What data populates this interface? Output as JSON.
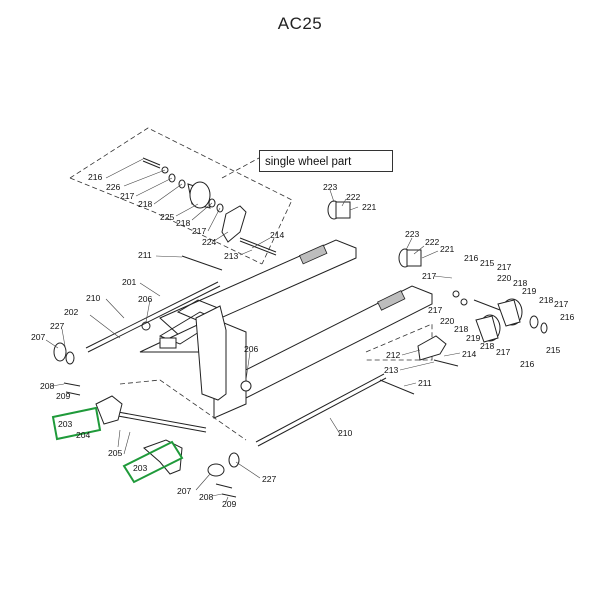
{
  "title": "AC25",
  "inset_label": "single wheel part",
  "highlight_color": "#1f9a3a",
  "part_labels": {
    "c216_top": "216",
    "c226": "226",
    "c217_top": "217",
    "c218_top": "218",
    "c225": "225",
    "c218_mid": "218",
    "c217_mid": "217",
    "c224": "224",
    "c214_inset": "214",
    "c213_inset": "213",
    "c223_a": "223",
    "c222_a": "222",
    "c221_a": "221",
    "c223_b": "223",
    "c222_b": "222",
    "c221_b": "221",
    "c217_b": "217",
    "c216_b": "216",
    "c215_b": "215",
    "c217_c": "217",
    "c220_b": "220",
    "c219_b": "219",
    "c218_b": "218",
    "c217_d": "217",
    "c216_c": "216",
    "c217_e": "217",
    "c220_c": "220",
    "c218_c": "218",
    "c219_c": "219",
    "c218_d": "218",
    "c217_f": "217",
    "c215_c": "215",
    "c216_d": "216",
    "c214_b": "214",
    "c212": "212",
    "c213_b": "213",
    "c211_a": "211",
    "c211_b": "211",
    "c201": "201",
    "c206_a": "206",
    "c206_b": "206",
    "c210_a": "210",
    "c210_b": "210",
    "c202": "202",
    "c227_a": "227",
    "c207_a": "207",
    "c208_a": "208",
    "c209_a": "209",
    "c203_a": "203",
    "c204": "204",
    "c205": "205",
    "c203_b": "203",
    "c207_b": "207",
    "c208_b": "208",
    "c209_b": "209",
    "c227_b": "227"
  }
}
